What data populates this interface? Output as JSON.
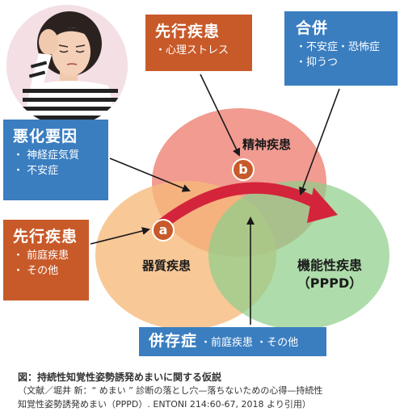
{
  "boxes": {
    "precede_top": {
      "head": "先行疾患",
      "items": [
        "・心理ストレス"
      ]
    },
    "comorbid_top": {
      "head": "合併",
      "items": [
        "・不安症・恐怖症",
        "・抑うつ"
      ]
    },
    "worsen": {
      "head": "悪化要因",
      "items": [
        "・ 神経症気質",
        "・ 不安症"
      ]
    },
    "precede_left": {
      "head": "先行疾患",
      "items": [
        "・ 前庭疾患",
        "・ その他"
      ]
    },
    "coexist": {
      "head": "併存症",
      "items_inline": "・前庭疾患 ・その他"
    }
  },
  "circles": {
    "psych": "精神疾患",
    "organic": "器質疾患",
    "functional_line1": "機能性疾患",
    "functional_line2": "（PPPD）"
  },
  "badges": {
    "a": "a",
    "b": "b"
  },
  "caption": {
    "title": "図：持続性知覚性姿勢誘発めまいに関する仮説",
    "line1": "（文献／堀井 新：“ めまい ” 診断の落とし穴—落ちないための心得—持続性",
    "line2": "知覚性姿勢誘発めまい（PPPD）. ENTONI 214:60-67, 2018 より引用）"
  },
  "colors": {
    "circle_psych": "#ef8a7e",
    "circle_organic": "#f6b97a",
    "circle_functional": "#8fcf8a",
    "box_orange": "#c85a2a",
    "box_blue": "#3a7ec0",
    "curved_arrow": "#d4243b"
  }
}
